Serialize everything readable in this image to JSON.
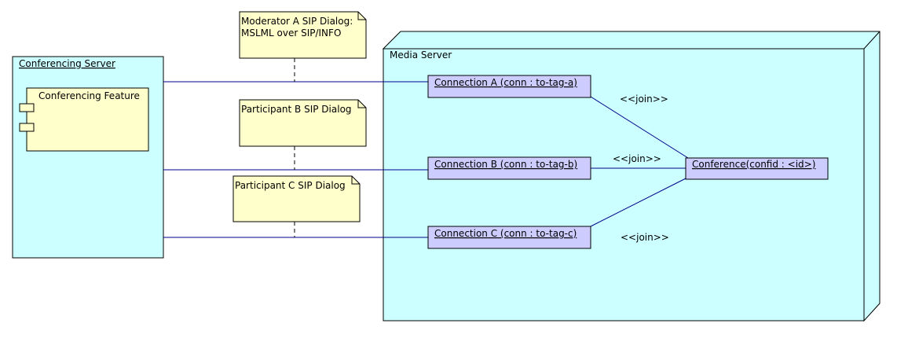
{
  "colors": {
    "node_fill": "#ccffff",
    "note_fill": "#ffffcc",
    "component_fill": "#ffffcc",
    "instance_fill": "#ccccff",
    "connector": "#00008b",
    "outline": "#000000"
  },
  "conferencing_server": {
    "title": "Conferencing Server",
    "component": {
      "label": "Conferencing Feature",
      "icon": "component-icon"
    }
  },
  "media_server": {
    "title": "Media Server",
    "connection_a": "Connection A (conn : to-tag-a)",
    "connection_b": "Connection B (conn : to-tag-b)",
    "connection_c": "Connection C (conn : to-tag-c)",
    "conference": "Conference(confid : <id>)"
  },
  "notes": {
    "moderator_a": {
      "line1": "Moderator A SIP Dialog:",
      "line2": "MSLML over SIP/INFO"
    },
    "participant_b": "Participant B SIP Dialog",
    "participant_c": "Participant C SIP Dialog"
  },
  "join_labels": {
    "a": "<<join>>",
    "b": "<<join>>",
    "c": "<<join>>"
  }
}
